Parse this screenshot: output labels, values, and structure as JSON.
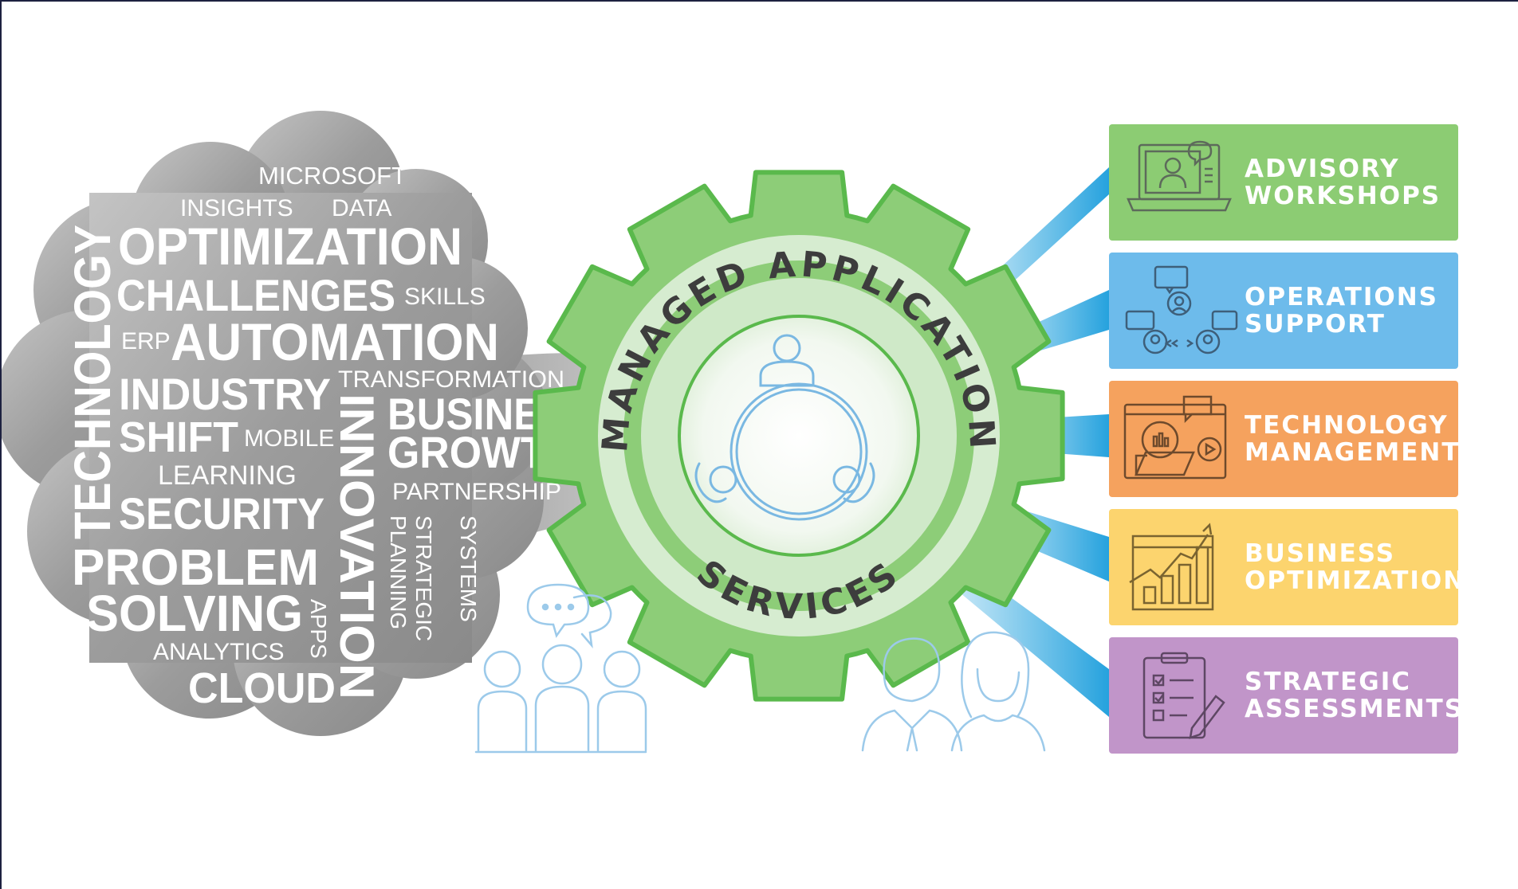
{
  "wordcloud": {
    "words": {
      "microsoft": "MICROSOFT",
      "insights": "INSIGHTS",
      "data": "DATA",
      "technology": "TECHNOLOGY",
      "optimization": "OPTIMIZATION",
      "challenges": "CHALLENGES",
      "skills": "SKILLS",
      "erp": "ERP",
      "automation": "AUTOMATION",
      "transformation": "TRANSFORMATION",
      "industry": "INDUSTRY",
      "innovation": "INNOVATION",
      "business": "BUSINESS",
      "growth": "GROWTH",
      "shift": "SHIFT",
      "mobile": "MOBILE",
      "learning": "LEARNING",
      "partnership": "PARTNERSHIP",
      "security": "SECURITY",
      "strategic": "STRATEGIC",
      "planning": "PLANNING",
      "systems": "SYSTEMS",
      "problem": "PROBLEM",
      "solving": "SOLVING",
      "apps": "APPS",
      "analytics": "ANALYTICS",
      "cloud": "CLOUD"
    }
  },
  "gear": {
    "ring_text_top": "MANAGED APPLICATION",
    "ring_text_bottom": "SERVICES"
  },
  "services": [
    {
      "line1": "ADVISORY",
      "line2": "WORKSHOPS",
      "color": "#8ccc73",
      "icon": "laptop-video-call-icon"
    },
    {
      "line1": "OPERATIONS",
      "line2": "SUPPORT",
      "color": "#6dbbeb",
      "icon": "team-communication-icon"
    },
    {
      "line1": "TECHNOLOGY",
      "line2": "MANAGEMENT",
      "color": "#f5a25e",
      "icon": "media-management-icon"
    },
    {
      "line1": "BUSINESS",
      "line2": "OPTIMIZATION",
      "color": "#fcd46e",
      "icon": "growth-chart-icon"
    },
    {
      "line1": "STRATEGIC",
      "line2": "ASSESSMENTS",
      "color": "#c195c9",
      "icon": "checklist-clipboard-icon"
    }
  ],
  "colors": {
    "cloud_fill": "#9a9a9a",
    "gear_green": "#8dcd78",
    "gear_outline": "#5ab94c",
    "ring_light": "#d6ecd0",
    "ring_text": "#3d3d3d",
    "beam_blue": "#2aa6e0",
    "line_icon": "#8fc3e6"
  }
}
